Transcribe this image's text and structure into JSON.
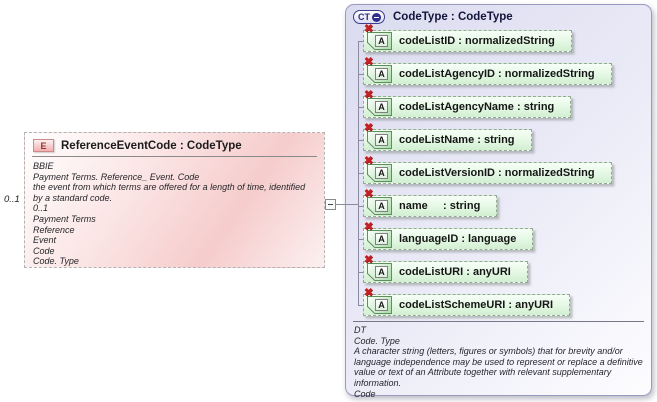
{
  "icons": {
    "element": "E",
    "complex_type": "CT",
    "attribute": "A",
    "prohibited": "✖"
  },
  "colors": {
    "element_box_pink": "#f6cccc",
    "element_icon_red": "#993333",
    "type_box_lavender": "#dbdbf0",
    "type_icon_navy": "#2e2e8e",
    "attribute_green": "#d2efd2",
    "attribute_border_green": "#5f8f5f",
    "prohibited_red": "#c42222",
    "connector_gray": "#8a8aa0"
  },
  "element_box": {
    "title": "ReferenceEventCode : CodeType",
    "outer_cardinality": "0..1",
    "annotation": [
      "BBIE",
      "Payment Terms. Reference_ Event. Code",
      "the event from which terms are offered for a length of time, identified by a standard code.",
      "0..1",
      "Payment Terms",
      "Reference",
      "Event",
      "Code",
      "Code. Type"
    ]
  },
  "type_box": {
    "title": "CodeType : CodeType",
    "attributes": [
      {
        "label": "codeListID : normalizedString"
      },
      {
        "label": "codeListAgencyID : normalizedString"
      },
      {
        "label": "codeListAgencyName : string"
      },
      {
        "label": "codeListName : string"
      },
      {
        "label": "codeListVersionID : normalizedString"
      },
      {
        "label": "name     : string"
      },
      {
        "label": "languageID : language"
      },
      {
        "label": "codeListURI : anyURI"
      },
      {
        "label": "codeListSchemeURI : anyURI"
      }
    ],
    "annotation": [
      "DT",
      "Code. Type",
      "A character string (letters, figures or symbols) that for brevity and/or language independence may be used to represent or replace a definitive value or text of an Attribute together with relevant supplementary information.",
      "Code"
    ]
  }
}
